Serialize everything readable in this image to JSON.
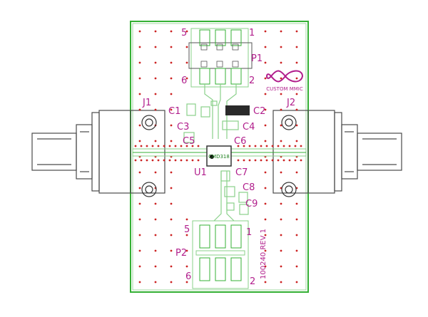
{
  "board": {
    "logo_text": "CUSTOM MMIC",
    "revision": "100240 REV 1",
    "chip_label": "CMD318",
    "colors": {
      "outline": "#34b034",
      "trace": "#8ad08a",
      "silk": "#b11e8c",
      "via": "#cc2222",
      "connector": "#4a4a4a"
    }
  },
  "labels": {
    "J1": "J1",
    "J2": "J2",
    "P1": "P1",
    "P2": "P2",
    "U1": "U1",
    "C1": "C1",
    "C2": "C2",
    "C3": "C3",
    "C4": "C4",
    "C5": "C5",
    "C6": "C6",
    "C7": "C7",
    "C8": "C8",
    "C9": "C9",
    "p1_pin1": "1",
    "p1_pin2": "2",
    "p1_pin5": "5",
    "p1_pin6": "6",
    "p2_pin1": "1",
    "p2_pin2": "2",
    "p2_pin5": "5",
    "p2_pin6": "6"
  }
}
